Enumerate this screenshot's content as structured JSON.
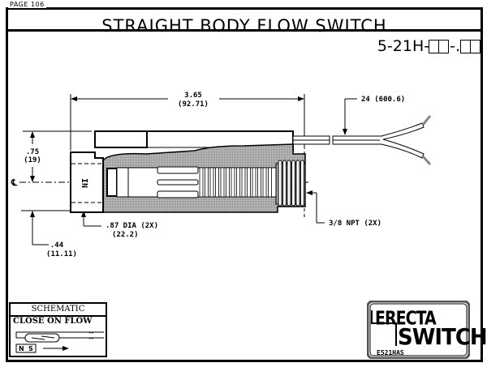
{
  "page_label": "PAGE 106",
  "title": "STRAIGHT BODY FLOW SWITCH",
  "part_number": {
    "prefix": "5-21H-",
    "separator": "-.",
    "blank_boxes_group1": 2,
    "blank_boxes_group2": 2
  },
  "dimensions": {
    "overall_length": {
      "imperial": "3.65",
      "metric": "(92.71)"
    },
    "lead_length": {
      "text": "24 (600.6)"
    },
    "height_above_cl": {
      "imperial": ".75",
      "metric": "(19)"
    },
    "offset_below": {
      "imperial": ".44",
      "metric": "(11.11)"
    },
    "hex_dia": {
      "line1": ".87 DIA (2X)",
      "line2": "(22.2)"
    },
    "thread": {
      "text": "3/8 NPT (2X)"
    },
    "centerline_symbol": "CL",
    "flow_marking": "IN"
  },
  "schematic": {
    "title": "SCHEMATIC",
    "subtitle": "CLOSE ON FLOW",
    "magnet_n": "N",
    "magnet_s": "S"
  },
  "logo": {
    "line1": "ERECTA",
    "line2": "SWITCH",
    "code": "E521HAS"
  }
}
